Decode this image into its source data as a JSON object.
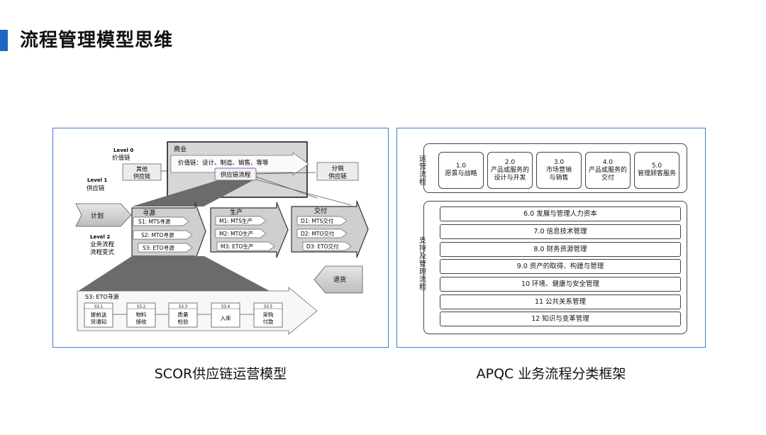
{
  "page": {
    "title": "流程管理模型思维",
    "caption_left": "SCOR供应链运营模型",
    "caption_right": "APQC 业务流程分类框架",
    "accent_color": "#1a66c4",
    "panel_border_color": "#3b7fd1"
  },
  "scor": {
    "level0": "Level 0",
    "level0_sub": "价值链",
    "level1": "Level 1",
    "level1_sub": "供应链",
    "level2": "Level 2",
    "level2_sub1": "业务流程",
    "level2_sub2": "流程变式",
    "other_chain_1": "其他",
    "other_chain_2": "供应链",
    "commerce": "商业",
    "value_chain": "价值链：设计、制造、销售、等等",
    "supply_chain_flow": "供应链流程",
    "dist_1": "分销",
    "dist_2": "供应链",
    "plan": "计划",
    "source": "寻源",
    "s1": "S1: MTS寻源",
    "s2": "S2: MTO寻源",
    "s3": "S3: ETO寻源",
    "make": "生产",
    "m1": "M1: MTS生产",
    "m2": "M2: MTO生产",
    "m3": "M3: ETO生产",
    "deliver": "交付",
    "d1": "D1: MTS交付",
    "d2": "D2: MTO交付",
    "d3": "D3: ETO交付",
    "return": "退货",
    "s3_header": "S3: ETO寻源",
    "steps": [
      {
        "code": "S3.1",
        "l1": "提前送",
        "l2": "货通知"
      },
      {
        "code": "S3.2",
        "l1": "物料",
        "l2": "接收"
      },
      {
        "code": "S3.3",
        "l1": "质量",
        "l2": "检验"
      },
      {
        "code": "S3.4",
        "l1": "入库",
        "l2": ""
      },
      {
        "code": "S3.5",
        "l1": "采购",
        "l2": "付款"
      }
    ]
  },
  "apqc": {
    "operating_label": [
      "运",
      "营",
      "流",
      "程"
    ],
    "support_label": [
      "支",
      "持",
      "及",
      "管",
      "理",
      "流",
      "程"
    ],
    "operating": [
      {
        "num": "1.0",
        "l1": "愿景与战略",
        "l2": ""
      },
      {
        "num": "2.0",
        "l1": "产品或服务的",
        "l2": "设计与开发"
      },
      {
        "num": "3.0",
        "l1": "市场营销",
        "l2": "与销售"
      },
      {
        "num": "4.0",
        "l1": "产品或服务的",
        "l2": "交付"
      },
      {
        "num": "5.0",
        "l1": "管理顾客服务",
        "l2": ""
      }
    ],
    "support": [
      "6.0 发展与管理人力资本",
      "7.0 信息技术管理",
      "8.0 财务资源管理",
      "9.0 资产的取得、构建与管理",
      "10 环境、健康与安全管理",
      "11  公共关系管理",
      "12  知识与变革管理"
    ]
  }
}
